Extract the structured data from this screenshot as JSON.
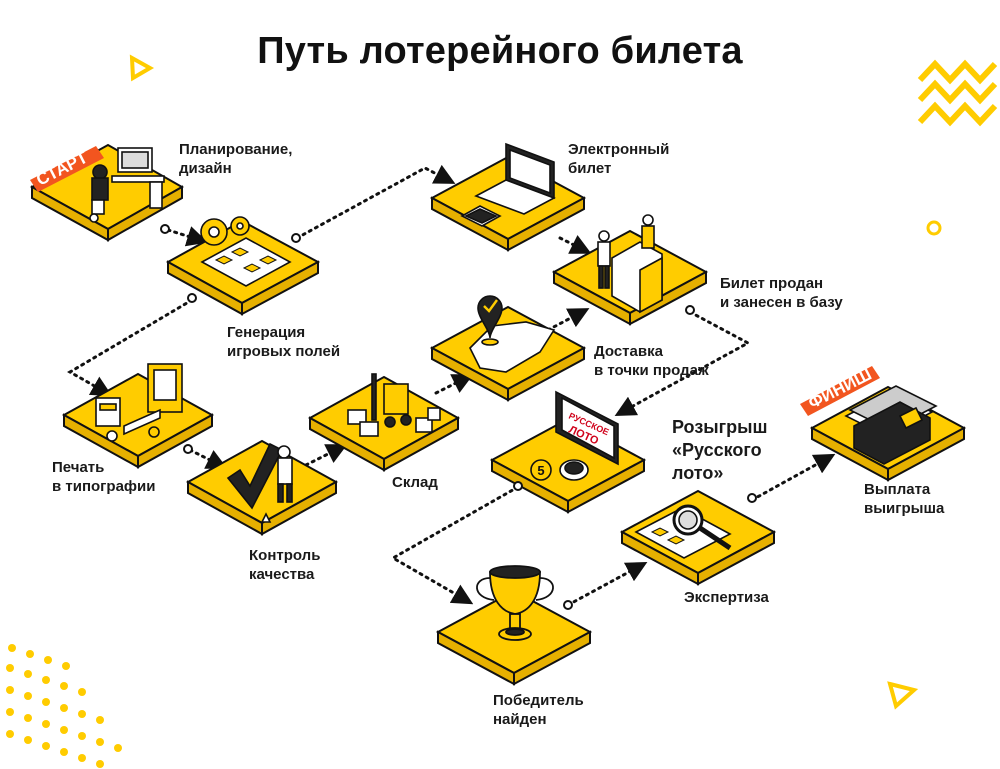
{
  "title": "Путь лотерейного билета",
  "colors": {
    "accent": "#FFCC00",
    "accent_dark": "#E6B000",
    "tag": "#F2551F",
    "ink": "#1a1a1a"
  },
  "badges": {
    "start": "СТАРТ",
    "finish": "ФИНИШ",
    "ball_number": "5",
    "lotto_board": [
      "РУССКОЕ",
      "ЛОТО"
    ]
  },
  "steps": [
    {
      "id": "planning",
      "lines": [
        "Планирование,",
        "дизайн"
      ],
      "icon": "designer-desk-icon"
    },
    {
      "id": "generation",
      "lines": [
        "Генерация",
        "игровых полей"
      ],
      "icon": "gears-ticket-icon"
    },
    {
      "id": "printing",
      "lines": [
        "Печать",
        "в типографии"
      ],
      "icon": "printing-press-icon"
    },
    {
      "id": "quality",
      "lines": [
        "Контроль",
        "качества"
      ],
      "icon": "checkmark-inspector-icon"
    },
    {
      "id": "warehouse",
      "lines": [
        "Склад"
      ],
      "icon": "forklift-boxes-icon"
    },
    {
      "id": "delivery",
      "lines": [
        "Доставка",
        "в точки продаж"
      ],
      "icon": "map-pin-icon"
    },
    {
      "id": "eticket",
      "lines": [
        "Электронный",
        "билет"
      ],
      "icon": "laptop-tablet-icon"
    },
    {
      "id": "sold",
      "lines": [
        "Билет продан",
        "и занесен в базу"
      ],
      "icon": "sales-counter-icon"
    },
    {
      "id": "draw",
      "lines": [
        "Розыгрыш",
        "«Русского",
        "лото»"
      ],
      "icon": "lotto-draw-icon"
    },
    {
      "id": "winner",
      "lines": [
        "Победитель",
        "найден"
      ],
      "icon": "trophy-cup-icon"
    },
    {
      "id": "expertise",
      "lines": [
        "Экспертиза"
      ],
      "icon": "magnifier-ticket-icon"
    },
    {
      "id": "payout",
      "lines": [
        "Выплата",
        "выигрыша"
      ],
      "icon": "wallet-money-icon"
    }
  ]
}
